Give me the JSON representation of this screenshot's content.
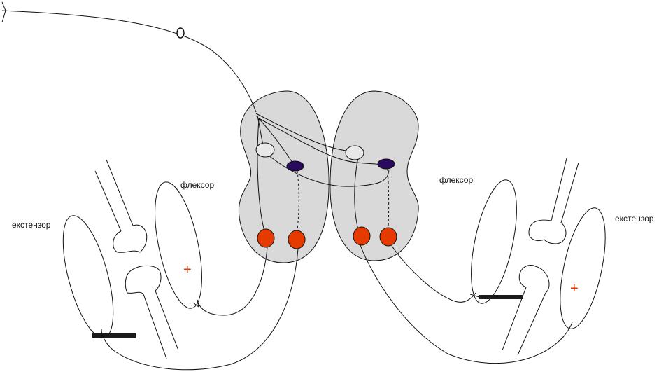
{
  "labels": {
    "extensor_left": "екстензор",
    "flexor_left": "флексор",
    "flexor_right": "флексор",
    "extensor_right": "екстензор",
    "plus_left": "+",
    "plus_right": "+"
  },
  "colors": {
    "cord_fill": "#d9d9d9",
    "motor_neuron": "#e63b00",
    "inhibitory_interneuron": "#2a0a5e",
    "excitatory_interneuron": "#e8e8e8",
    "plus_sign": "#e03a00",
    "inhibition_bar": "#1a1a1a"
  }
}
